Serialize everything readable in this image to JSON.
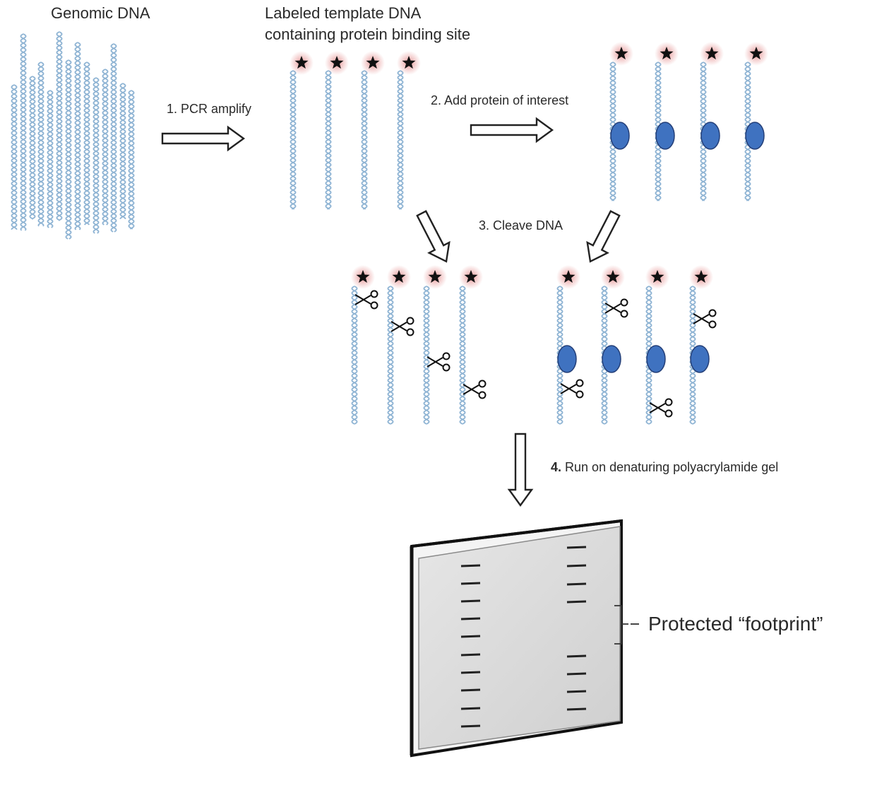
{
  "labels": {
    "genomic_dna": "Genomic DNA",
    "labeled_template_line1": "Labeled template DNA",
    "labeled_template_line2": "containing protein binding site",
    "step1": "1. PCR amplify",
    "step2": "2. Add protein of interest",
    "step3": "3. Cleave DNA",
    "step4_num": "4.",
    "step4_text": "Run on denaturing polyacrylamide gel",
    "footprint": "Protected “footprint”"
  },
  "colors": {
    "dna": "#8fb4d4",
    "protein_fill": "#3f72c0",
    "protein_stroke": "#243f78",
    "star": "#111111",
    "star_glow": "#e07a7a",
    "gel_fill": "#d8d8d8",
    "gel_border": "#8a8a8a",
    "gel_edge": "#111111",
    "band": "#222222",
    "arrow_stroke": "#222222"
  },
  "icons": {
    "label_marker": "star-icon",
    "cleavage": "scissors-icon",
    "bound_protein": "protein-ellipse"
  }
}
